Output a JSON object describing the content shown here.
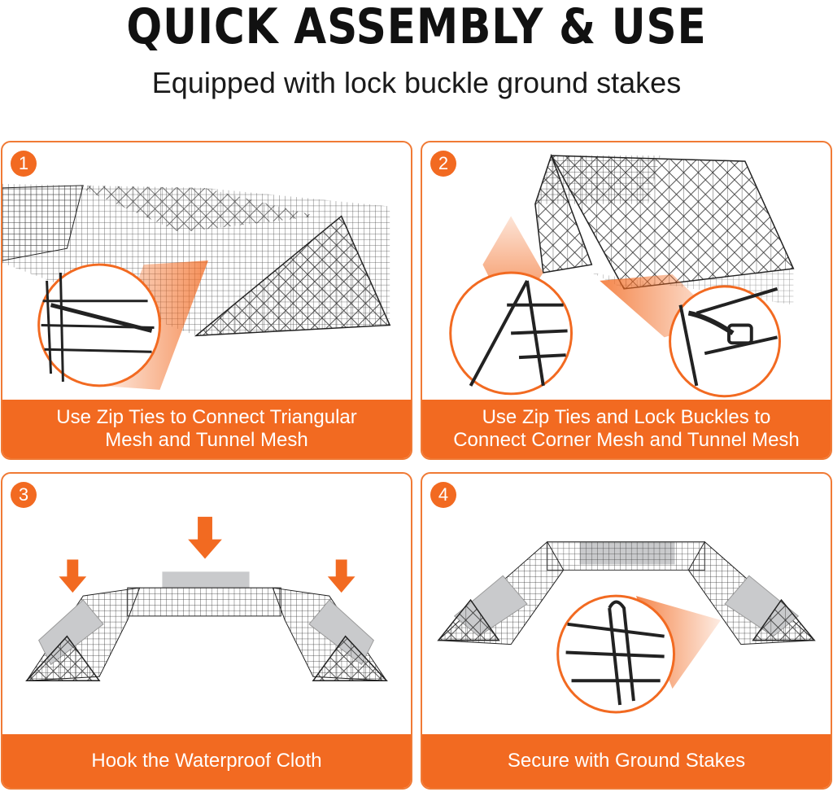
{
  "header": {
    "title": "QUICK ASSEMBLY & USE",
    "subtitle": "Equipped with lock buckle ground stakes"
  },
  "steps": [
    {
      "number": "1",
      "caption": "Use Zip Ties to Connect Triangular\nMesh and Tunnel Mesh"
    },
    {
      "number": "2",
      "caption": "Use Zip Ties and Lock Buckles to\nConnect Corner Mesh and Tunnel Mesh"
    },
    {
      "number": "3",
      "caption": "Hook the Waterproof Cloth"
    },
    {
      "number": "4",
      "caption": "Secure with Ground Stakes"
    }
  ],
  "colors": {
    "accent": "#f26a21",
    "border": "#f07a35",
    "mesh": "#222222",
    "cloth": "#c9cacc"
  }
}
